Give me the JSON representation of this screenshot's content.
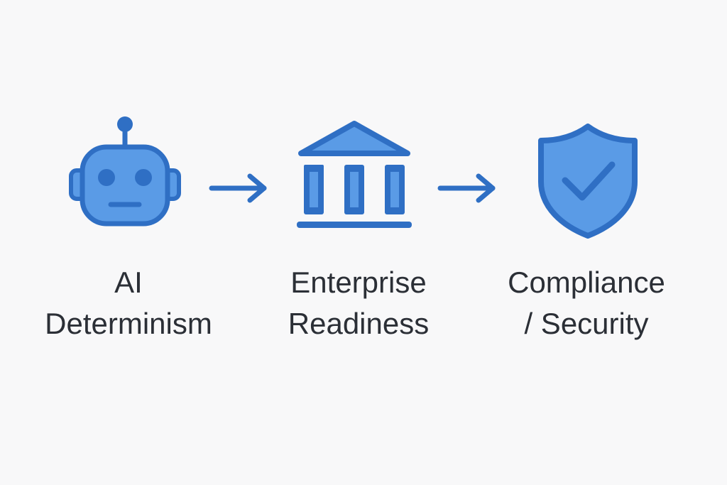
{
  "colors": {
    "background": "#f8f8f9",
    "icon_fill": "#5a9be6",
    "icon_stroke": "#2f6fc4",
    "text": "#2b2f36"
  },
  "steps": [
    {
      "icon": "robot-icon",
      "label_lines": [
        "AI",
        "Determinism"
      ]
    },
    {
      "icon": "bank-building-icon",
      "label_lines": [
        "Enterprise",
        "Readiness"
      ]
    },
    {
      "icon": "shield-check-icon",
      "label_lines": [
        "Compliance",
        "/ Security"
      ]
    }
  ],
  "connectors": [
    "arrow-right-icon",
    "arrow-right-icon"
  ]
}
